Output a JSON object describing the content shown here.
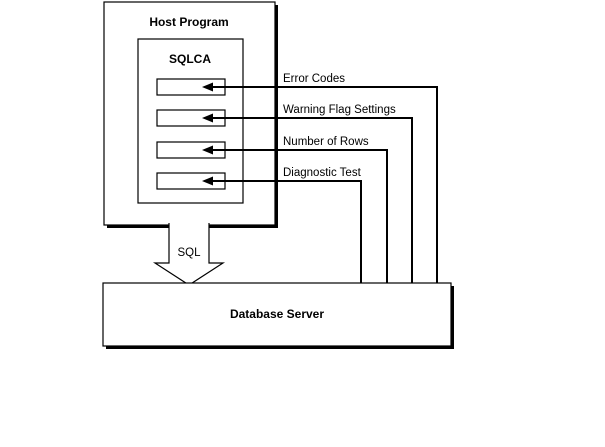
{
  "diagram": {
    "title_none": "",
    "host_program": {
      "label": "Host Program"
    },
    "sqlca": {
      "label": "SQLCA"
    },
    "sql_arrow": {
      "label": "SQL"
    },
    "database_server": {
      "label": "Database Server"
    },
    "fields": [
      {
        "label": "Error Codes"
      },
      {
        "label": "Warning Flag Settings"
      },
      {
        "label": "Number of Rows"
      },
      {
        "label": "Diagnostic Test"
      }
    ],
    "colors": {
      "line": "#000000",
      "background": "#ffffff",
      "box_fill": "#ffffff",
      "shadow": "#000000"
    }
  }
}
